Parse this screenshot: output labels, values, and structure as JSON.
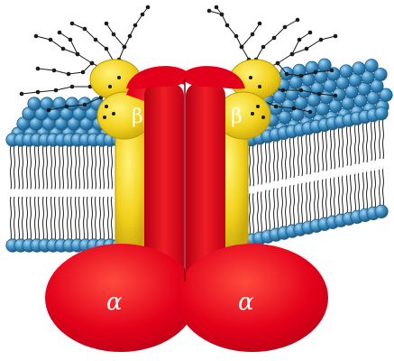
{
  "diagram": {
    "labels": {
      "beta_left": "β",
      "beta_right": "β",
      "alpha_left": "α",
      "alpha_right": "α"
    },
    "colors": {
      "alpha_subunit": "#e3001a",
      "alpha_subunit_shade": "#b50014",
      "beta_subunit": "#f2d21e",
      "beta_subunit_shade": "#c9a80c",
      "lipid_head": "#3b8fc4",
      "lipid_head_edge": "#1f5d87",
      "lipid_tail": "#333333",
      "glycan": "#1a1a1a"
    },
    "icons": [
      "lipid-bilayer",
      "glycan-chain",
      "alpha-subunit",
      "beta-subunit"
    ]
  }
}
